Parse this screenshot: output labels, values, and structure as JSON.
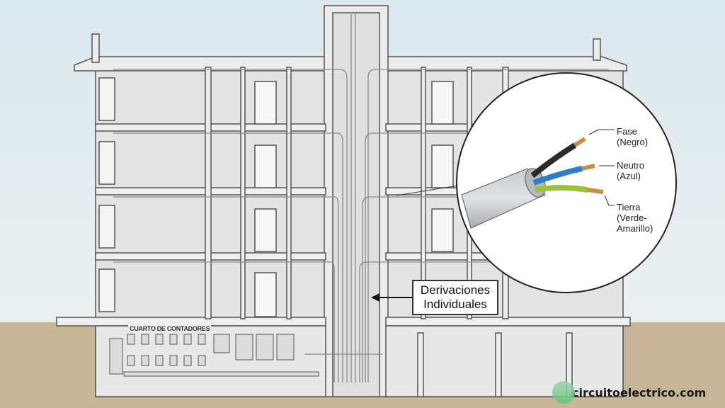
{
  "callout": {
    "title_line1": "Derivaciones",
    "title_line2": "Individuales"
  },
  "room_label": "CUARTO DE CONTADORES",
  "cable": {
    "fase": {
      "name": "Fase",
      "color_name": "(Negro)",
      "color": "#2a2a2a"
    },
    "neutro": {
      "name": "Neutro",
      "color_name": "(Azul)",
      "color": "#2f7fc0"
    },
    "tierra": {
      "name": "Tierra",
      "color_name_line1": "(Verde-",
      "color_name_line2": "Amarillo)",
      "color": "#9cc23a"
    }
  },
  "watermark": {
    "text": "circuitoelectrico.com"
  },
  "colors": {
    "sky": "#dfe9ee",
    "ground": "#c7b697",
    "structure": "#e8e8e8",
    "outline": "#555555"
  }
}
